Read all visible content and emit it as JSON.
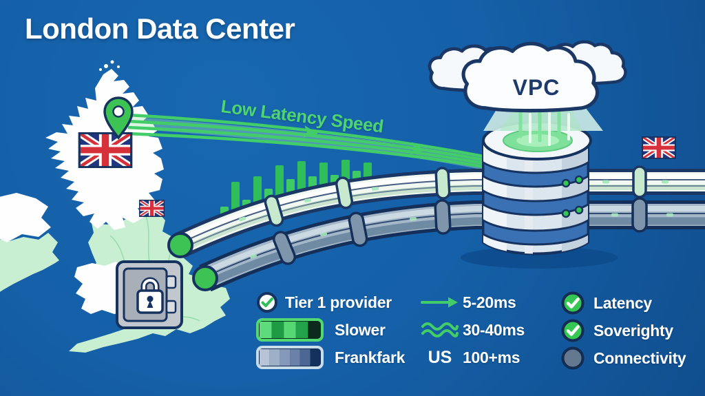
{
  "title": "London Data Center",
  "annotations": {
    "latency_label": "Low Latency Speed",
    "vpc_label": "VPC"
  },
  "legend": {
    "providers": [
      {
        "icon": "check-circle-icon",
        "label": "Tier 1 provider"
      },
      {
        "icon": "green-gradient-bar-icon",
        "label": "Slower",
        "segments": [
          "#5EDB7C",
          "#1E9C44",
          "#57D774",
          "#23A24A",
          "#0E2A1C"
        ],
        "border": "#52D971"
      },
      {
        "icon": "blue-gradient-bar-icon",
        "label": "Frankfark",
        "segments": [
          "#B7C4D5",
          "#9EAFC8",
          "#8598B9",
          "#6A82A9",
          "#4C6794",
          "#14315E"
        ],
        "border": "#C9DCEA"
      }
    ],
    "latency_scale": [
      {
        "icon": "arrow-right-icon",
        "label": "5-20ms"
      },
      {
        "icon": "waves-icon",
        "label": "30-40ms"
      },
      {
        "icon": "us-text",
        "icon_text": "US",
        "label": "100+ms"
      }
    ],
    "status": [
      {
        "icon": "check-circle-filled-icon",
        "label": "Latency",
        "checked": true
      },
      {
        "icon": "check-circle-filled-icon",
        "label": "Soverighty",
        "checked": true
      },
      {
        "icon": "plain-circle-icon",
        "label": "Connectivity",
        "checked": false
      }
    ]
  },
  "colors": {
    "background": "#1560A8",
    "accent_green": "#43CD68",
    "outline_navy": "#16325F",
    "map_land_green": "#C9EFD3",
    "map_land_white": "#FFFFFF",
    "pipe_light": "#F1F8F2",
    "pipe_gray": "#A3B7C9",
    "band_blue": "#3A71B5",
    "led_green": "#35C653",
    "text_white": "#FFFFFF"
  }
}
